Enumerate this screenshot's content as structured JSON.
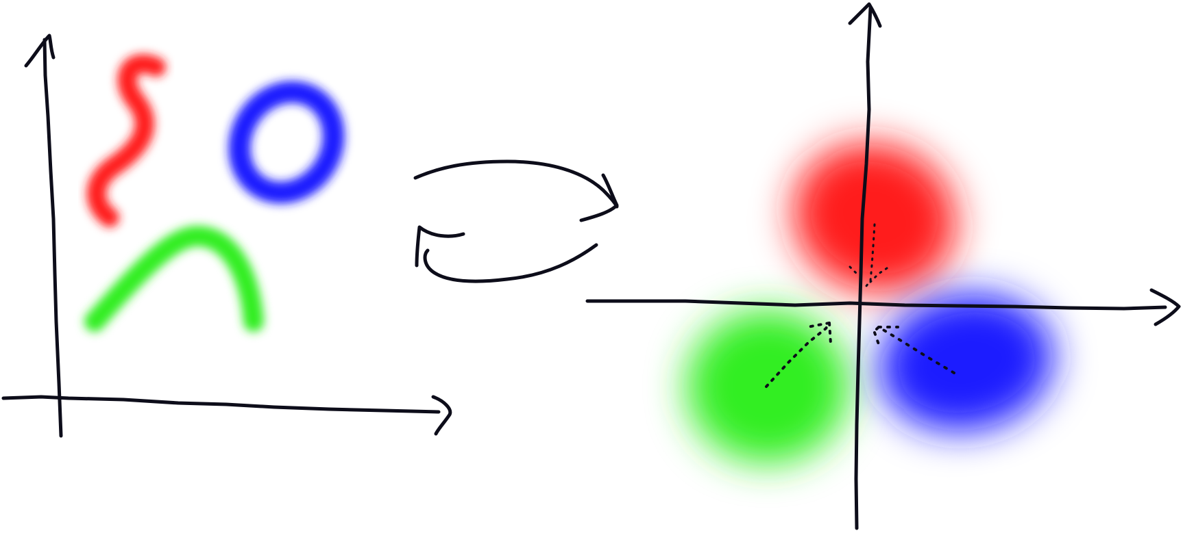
{
  "colors": {
    "ink": "#0d0d1a",
    "red": "#ff1a1a",
    "green": "#33ee22",
    "blue": "#1a1aff",
    "background": "#ffffff"
  },
  "panels": {
    "left": {
      "description_icon": "axes-with-shapes",
      "shapes": [
        "red-squiggle",
        "blue-ring",
        "green-arc"
      ]
    },
    "middle": {
      "icon": "cycle-arrows-icon"
    },
    "right": {
      "description_icon": "axes-with-blobs",
      "blobs": [
        "red-blob",
        "green-blob",
        "blue-blob"
      ],
      "paths": [
        "red-dotted-path",
        "green-dotted-path",
        "blue-dotted-path"
      ]
    }
  }
}
